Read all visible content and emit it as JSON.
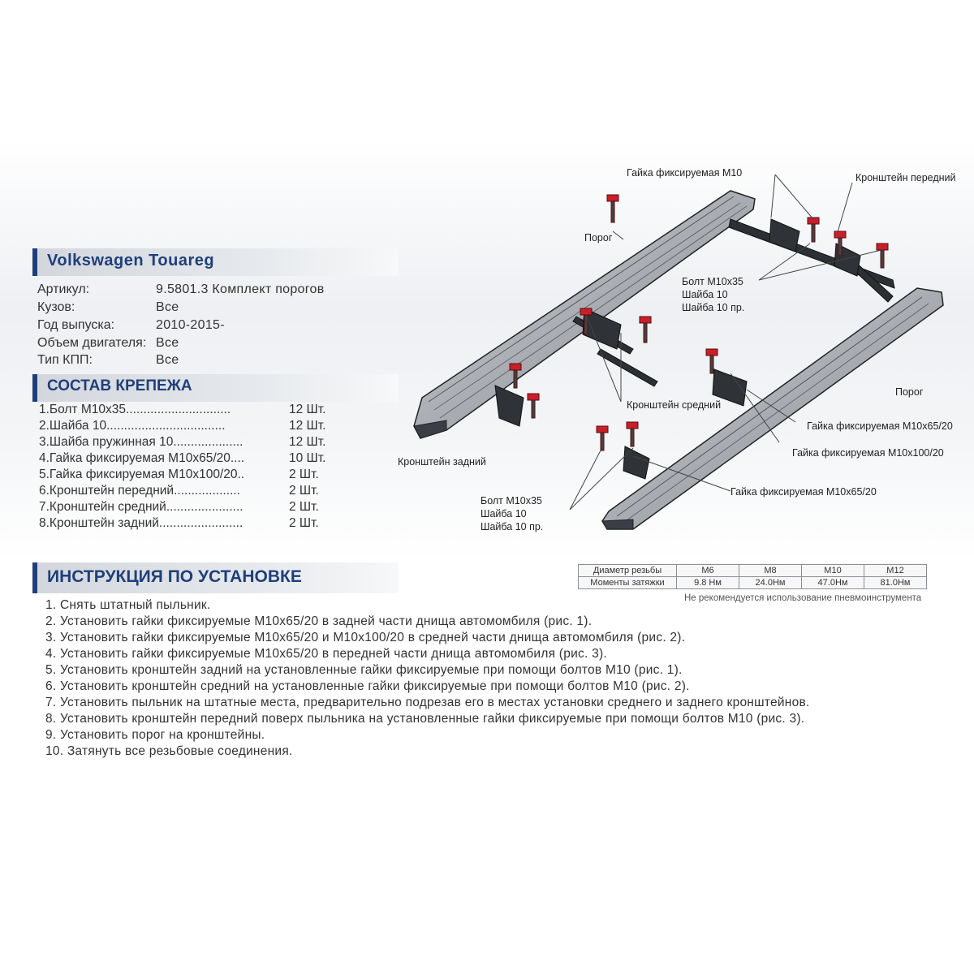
{
  "title": "Volkswagen Touareg",
  "info": [
    {
      "label": "Артикул:",
      "value": "9.5801.3 Комплект порогов"
    },
    {
      "label": "Кузов:",
      "value": "Все"
    },
    {
      "label": "Год выпуска:",
      "value": "2010-2015-"
    },
    {
      "label": "Объем двигателя:",
      "value": "Все"
    },
    {
      "label": "Тип КПП:",
      "value": "Все"
    }
  ],
  "parts_header": "СОСТАВ КРЕПЕЖА",
  "parts": [
    {
      "name": "1.Болт М10х35..............................",
      "qty": "12 Шт."
    },
    {
      "name": "2.Шайба 10..................................",
      "qty": "12 Шт."
    },
    {
      "name": "3.Шайба пружинная 10....................",
      "qty": "12 Шт."
    },
    {
      "name": "4.Гайка фиксируемая М10х65/20....",
      "qty": "10 Шт."
    },
    {
      "name": "5.Гайка фиксируемая М10х100/20..",
      "qty": "2  Шт."
    },
    {
      "name": "6.Кронштейн передний...................",
      "qty": "2  Шт."
    },
    {
      "name": "7.Кронштейн средний......................",
      "qty": "2  Шт."
    },
    {
      "name": "8.Кронштейн задний........................",
      "qty": "2  Шт."
    }
  ],
  "instructions_header": "ИНСТРУКЦИЯ ПО УСТАНОВКЕ",
  "instructions": [
    "1. Снять штатный пыльник.",
    "2. Установить гайки фиксируемые М10х65/20 в задней части днища автомомбиля (рис. 1).",
    "3. Установить гайки фиксируемые М10х65/20 и М10х100/20 в средней части днища автомомбиля (рис. 2).",
    "4. Установить гайки фиксируемые М10х65/20 в передней части днища автомомбиля (рис. 3).",
    "5. Установить кронштейн задний на установленные гайки фиксируемые при помощи болтов М10 (рис. 1).",
    "6. Установить кронштейн средний на установленные гайки фиксируемые при помощи болтов М10 (рис. 2).",
    "7. Установить пыльник на штатные места, предварительно подрезав его в местах установки среднего и заднего кронштейнов.",
    "8. Установить кронштейн передний поверх пыльника на установленные гайки фиксируемые при помощи болтов М10 (рис. 3).",
    "9. Установить порог на кронштейны.",
    "10. Затянуть все резьбовые соединения."
  ],
  "torque_table": {
    "row1_label": "Диаметр резьбы",
    "row2_label": "Моменты затяжки",
    "sizes": [
      "М6",
      "М8",
      "М10",
      "М12"
    ],
    "torques": [
      "9.8 Нм",
      "24.0Нм",
      "47.0Нм",
      "81.0Нм"
    ],
    "note": "Не рекомендуется использование пневмоинструмента"
  },
  "diagram_labels": {
    "nut_m10": "Гайка фиксируемая М10",
    "bracket_front": "Кронштейн передний",
    "sill_left": "Порог",
    "bolt_group_top": [
      "Болт М10х35",
      "Шайба 10",
      "Шайба 10 пр."
    ],
    "bracket_middle": "Кронштейн средний",
    "sill_right": "Порог",
    "nut_65_upper": "Гайка фиксируемая М10х65/20",
    "nut_100": "Гайка фиксируемая М10х100/20",
    "bracket_rear": "Кронштейн задний",
    "nut_65_lower": "Гайка фиксируемая М10х65/20",
    "bolt_group_bottom": [
      "Болт М10х35",
      "Шайба 10",
      "Шайба 10 пр."
    ]
  },
  "colors": {
    "accent": "#1f3f7a",
    "bolt_red": "#c8202a"
  }
}
